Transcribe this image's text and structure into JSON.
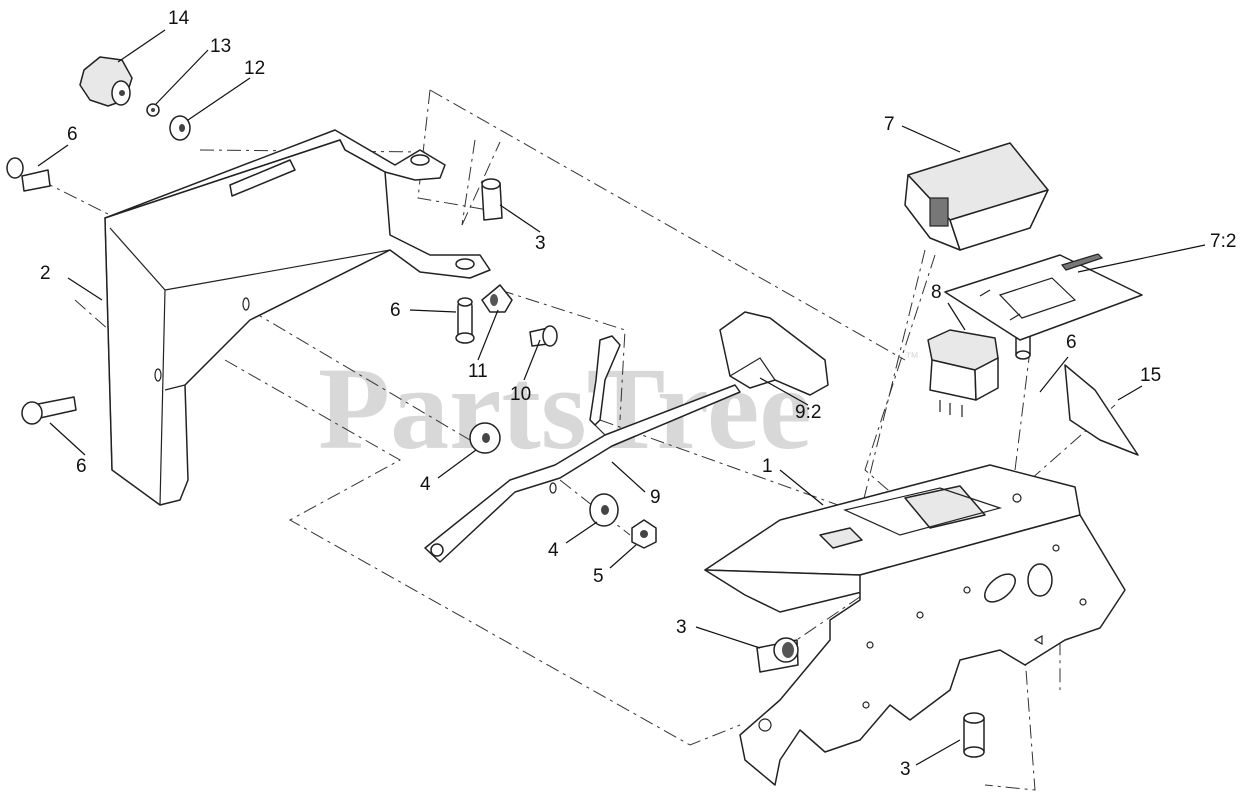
{
  "watermark": {
    "text": "PartsTree",
    "trademark": "™"
  },
  "callouts": [
    {
      "id": "c14a",
      "label": "14"
    },
    {
      "id": "c13",
      "label": "13"
    },
    {
      "id": "c12",
      "label": "12"
    },
    {
      "id": "c6a",
      "label": "6"
    },
    {
      "id": "c3a",
      "label": "3"
    },
    {
      "id": "c7",
      "label": "7"
    },
    {
      "id": "c72",
      "label": "7:2"
    },
    {
      "id": "c2",
      "label": "2"
    },
    {
      "id": "c6b",
      "label": "6"
    },
    {
      "id": "c11",
      "label": "11"
    },
    {
      "id": "c10",
      "label": "10"
    },
    {
      "id": "c8",
      "label": "8"
    },
    {
      "id": "c6c",
      "label": "6"
    },
    {
      "id": "c15",
      "label": "15"
    },
    {
      "id": "c92",
      "label": "9:2"
    },
    {
      "id": "c6d",
      "label": "6"
    },
    {
      "id": "c4a",
      "label": "4"
    },
    {
      "id": "c9",
      "label": "9"
    },
    {
      "id": "c1",
      "label": "1"
    },
    {
      "id": "c4b",
      "label": "4"
    },
    {
      "id": "c5",
      "label": "5"
    },
    {
      "id": "c3b",
      "label": "3"
    },
    {
      "id": "c3c",
      "label": "3"
    }
  ]
}
